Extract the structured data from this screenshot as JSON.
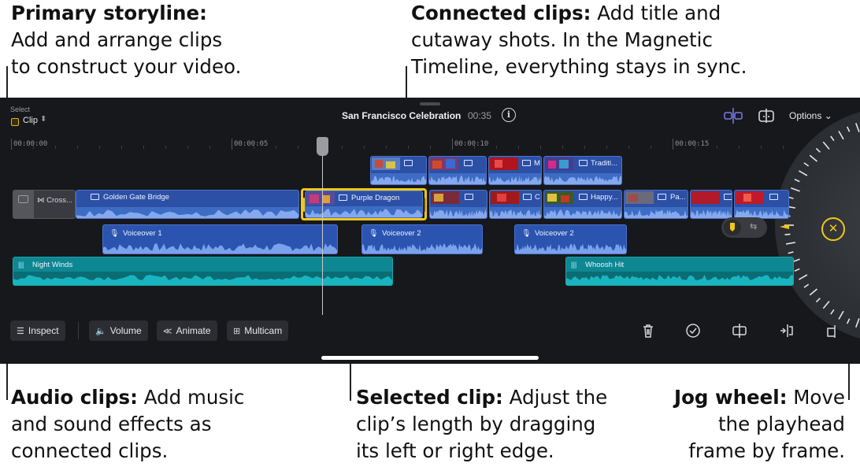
{
  "callouts": {
    "primary_storyline": {
      "title": "Primary storyline:",
      "lines": [
        "Add and arrange clips",
        "to construct your video."
      ]
    },
    "connected_clips": {
      "title": "Connected clips:",
      "lines": [
        "Add title and",
        "cutaway shots. In the Magnetic",
        "Timeline, everything stays in sync."
      ]
    },
    "audio_clips": {
      "title": "Audio clips:",
      "lines": [
        "Add music",
        "and sound effects as",
        "connected clips."
      ]
    },
    "selected_clip": {
      "title": "Selected clip:",
      "lines": [
        "Adjust the",
        "clip’s length by dragging",
        "its left or right edge."
      ]
    },
    "jog_wheel": {
      "title": "Jog wheel:",
      "lines": [
        "Move",
        "the playhead",
        "frame by frame."
      ]
    }
  },
  "topbar": {
    "select_label": "Select",
    "select_value": "Clip",
    "project_title": "San Francisco Celebration",
    "duration": "00:35",
    "options_label": "Options"
  },
  "ruler": [
    "00:00:00",
    "00:00:05",
    "00:00:10",
    "00:00:15"
  ],
  "connected_clips": [
    {
      "label": ""
    },
    {
      "label": ""
    },
    {
      "label": "M"
    },
    {
      "label": "Traditi..."
    }
  ],
  "storyline": {
    "transition_label": "Cross...",
    "clips": [
      {
        "label": "Golden Gate Bridge"
      },
      {
        "label": "Purple Dragon"
      },
      {
        "label": ""
      },
      {
        "label": "C"
      },
      {
        "label": "Happy..."
      },
      {
        "label": "Pa..."
      },
      {
        "label": ""
      },
      {
        "label": ""
      }
    ]
  },
  "voiceovers": [
    "Voiceover 1",
    "Voiceover 2",
    "Voiceover 2"
  ],
  "music": [
    "Night Winds",
    "Whoosh Hit"
  ],
  "toolbar": {
    "inspect": "Inspect",
    "volume": "Volume",
    "animate": "Animate",
    "multicam": "Multicam"
  },
  "icons": [
    "select-clip-icon",
    "info-icon",
    "snapping-icon",
    "skimming-icon",
    "chevron-down-icon",
    "inspect-icon",
    "volume-icon",
    "animate-icon",
    "multicam-icon",
    "delete-icon",
    "checkmark-icon",
    "split-icon",
    "detach-icon",
    "close-icon"
  ],
  "colors": {
    "accent": "#f1c817",
    "video_clip": "#2c50a6",
    "audio_clip": "#2a54b0",
    "music_clip": "#0a6c75",
    "background": "#17181b"
  }
}
